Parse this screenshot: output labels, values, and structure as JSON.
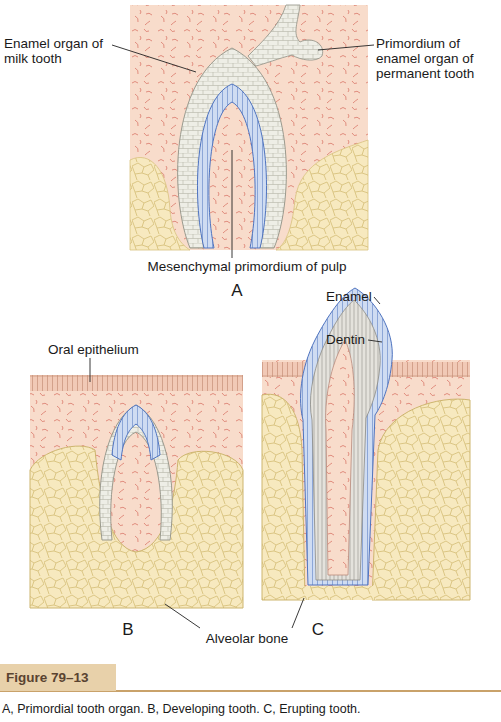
{
  "diagram": {
    "caption": "A, Primordial tooth organ. B, Developing tooth. C, Erupting tooth.",
    "nodes": [
      {
        "text": [
          "Figure 79–13"
        ]
      }
    ],
    "labels": [
      "Enamel organ of milk tooth",
      "Primordium of enamel organ of permanent tooth",
      "Mesenchymal primordium of pulp",
      "A",
      "Oral epithelium",
      "B",
      "Alveolar bone",
      "C",
      "Enamel",
      "Dentin"
    ]
  }
}
